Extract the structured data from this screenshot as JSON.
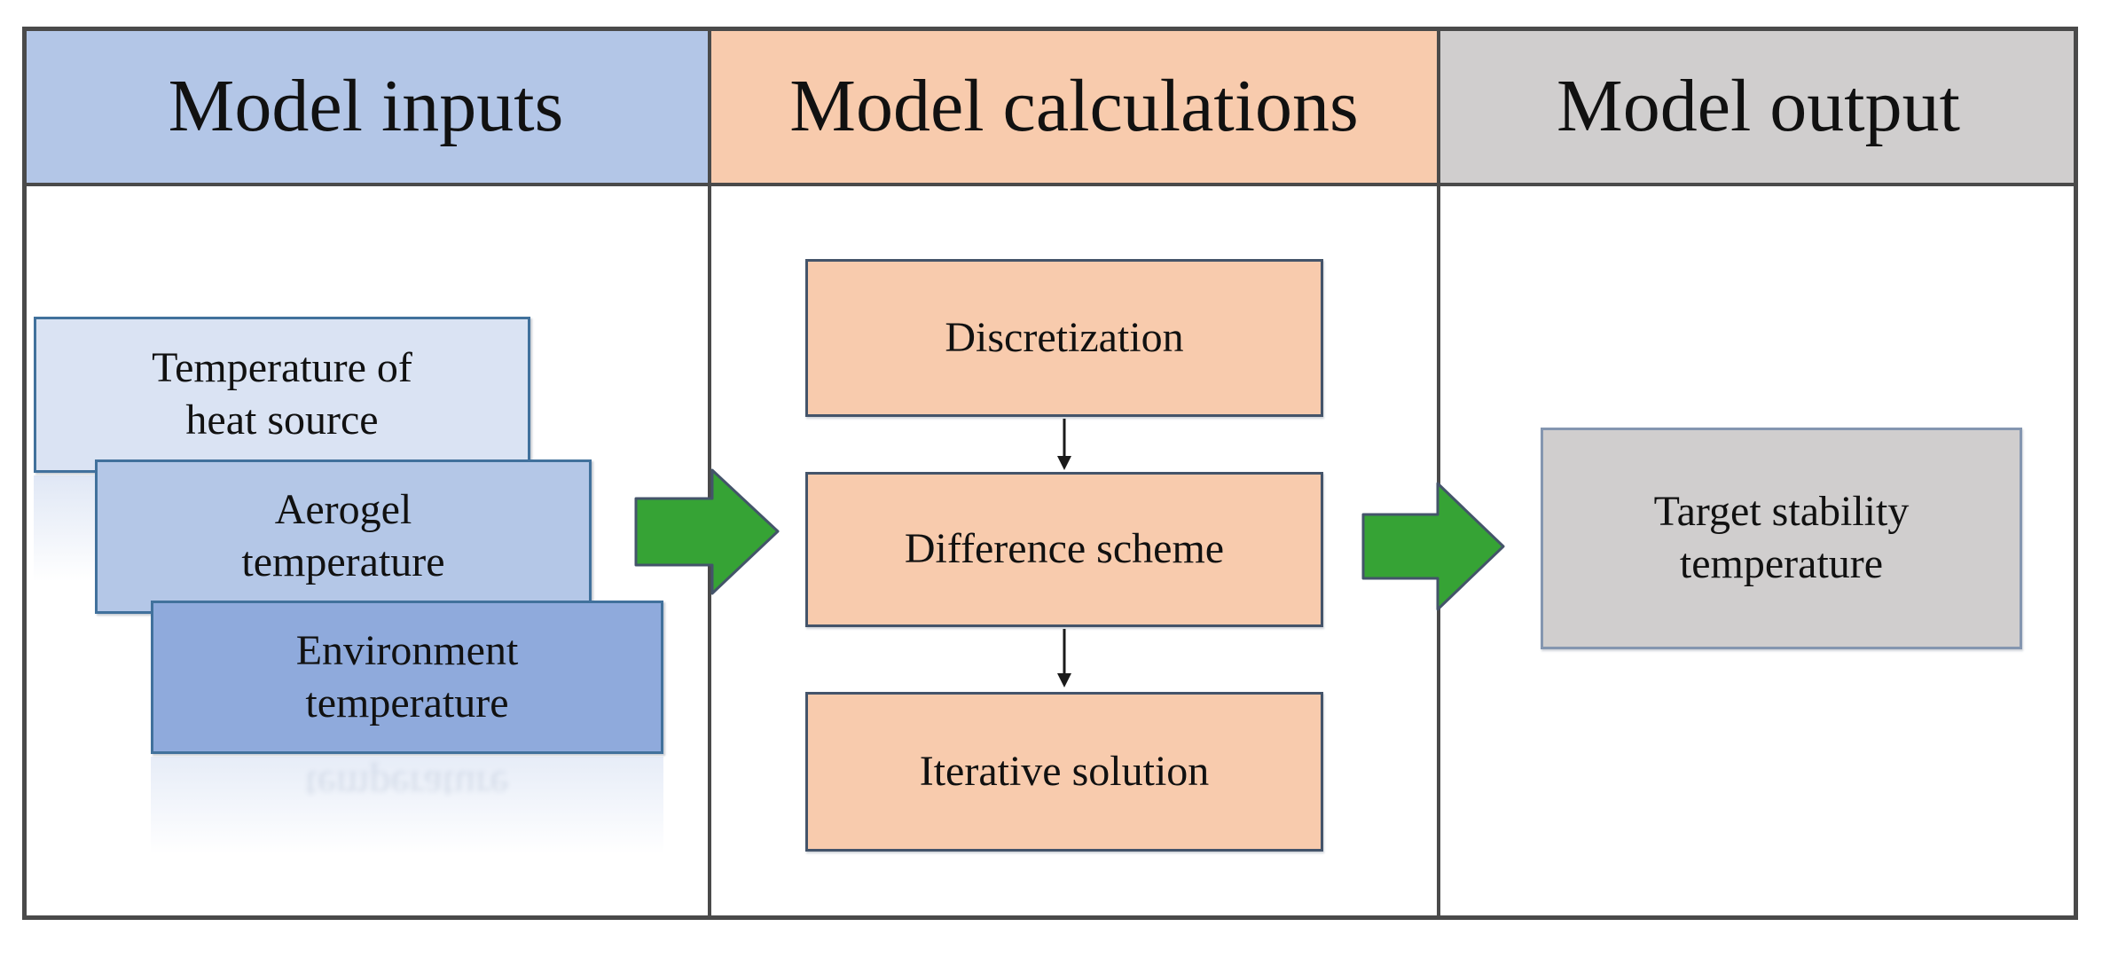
{
  "header": {
    "columns": [
      {
        "label": "Model inputs"
      },
      {
        "label": "Model calculations"
      },
      {
        "label": "Model output"
      }
    ]
  },
  "input_boxes": [
    {
      "lines": [
        "Temperature of",
        "heat source"
      ]
    },
    {
      "lines": [
        "Aerogel",
        "temperature"
      ]
    },
    {
      "lines": [
        "Environment",
        "temperature"
      ]
    }
  ],
  "calculation_boxes": [
    {
      "label": "Discretization"
    },
    {
      "label": "Difference scheme"
    },
    {
      "label": "Iterative solution"
    }
  ],
  "output_boxes": [
    {
      "lines": [
        "Target stability",
        "temperature"
      ]
    }
  ],
  "icons": {
    "flow_arrow_1": "green-right-arrow",
    "flow_arrow_2": "green-right-arrow",
    "connector_1": "black-down-arrow",
    "connector_2": "black-down-arrow"
  },
  "colors": {
    "table_line": "#4a4a4a",
    "header_inputs_bg": "#b3c6e7",
    "header_calc_bg": "#f8cbad",
    "header_output_bg": "#d0cece",
    "input_box_1_bg": "#dae3f3",
    "input_box_2_bg": "#b4c7e7",
    "input_box_3_bg": "#8faadc",
    "input_box_border": "#41719c",
    "calc_box_bg": "#f8cbad",
    "calc_box_border": "#44546a",
    "output_box_bg": "#d0cece",
    "output_box_border": "#8496b0",
    "arrow_green": "#36a335",
    "arrow_green_border": "#44546a",
    "connector_black": "#1a1a1a"
  }
}
